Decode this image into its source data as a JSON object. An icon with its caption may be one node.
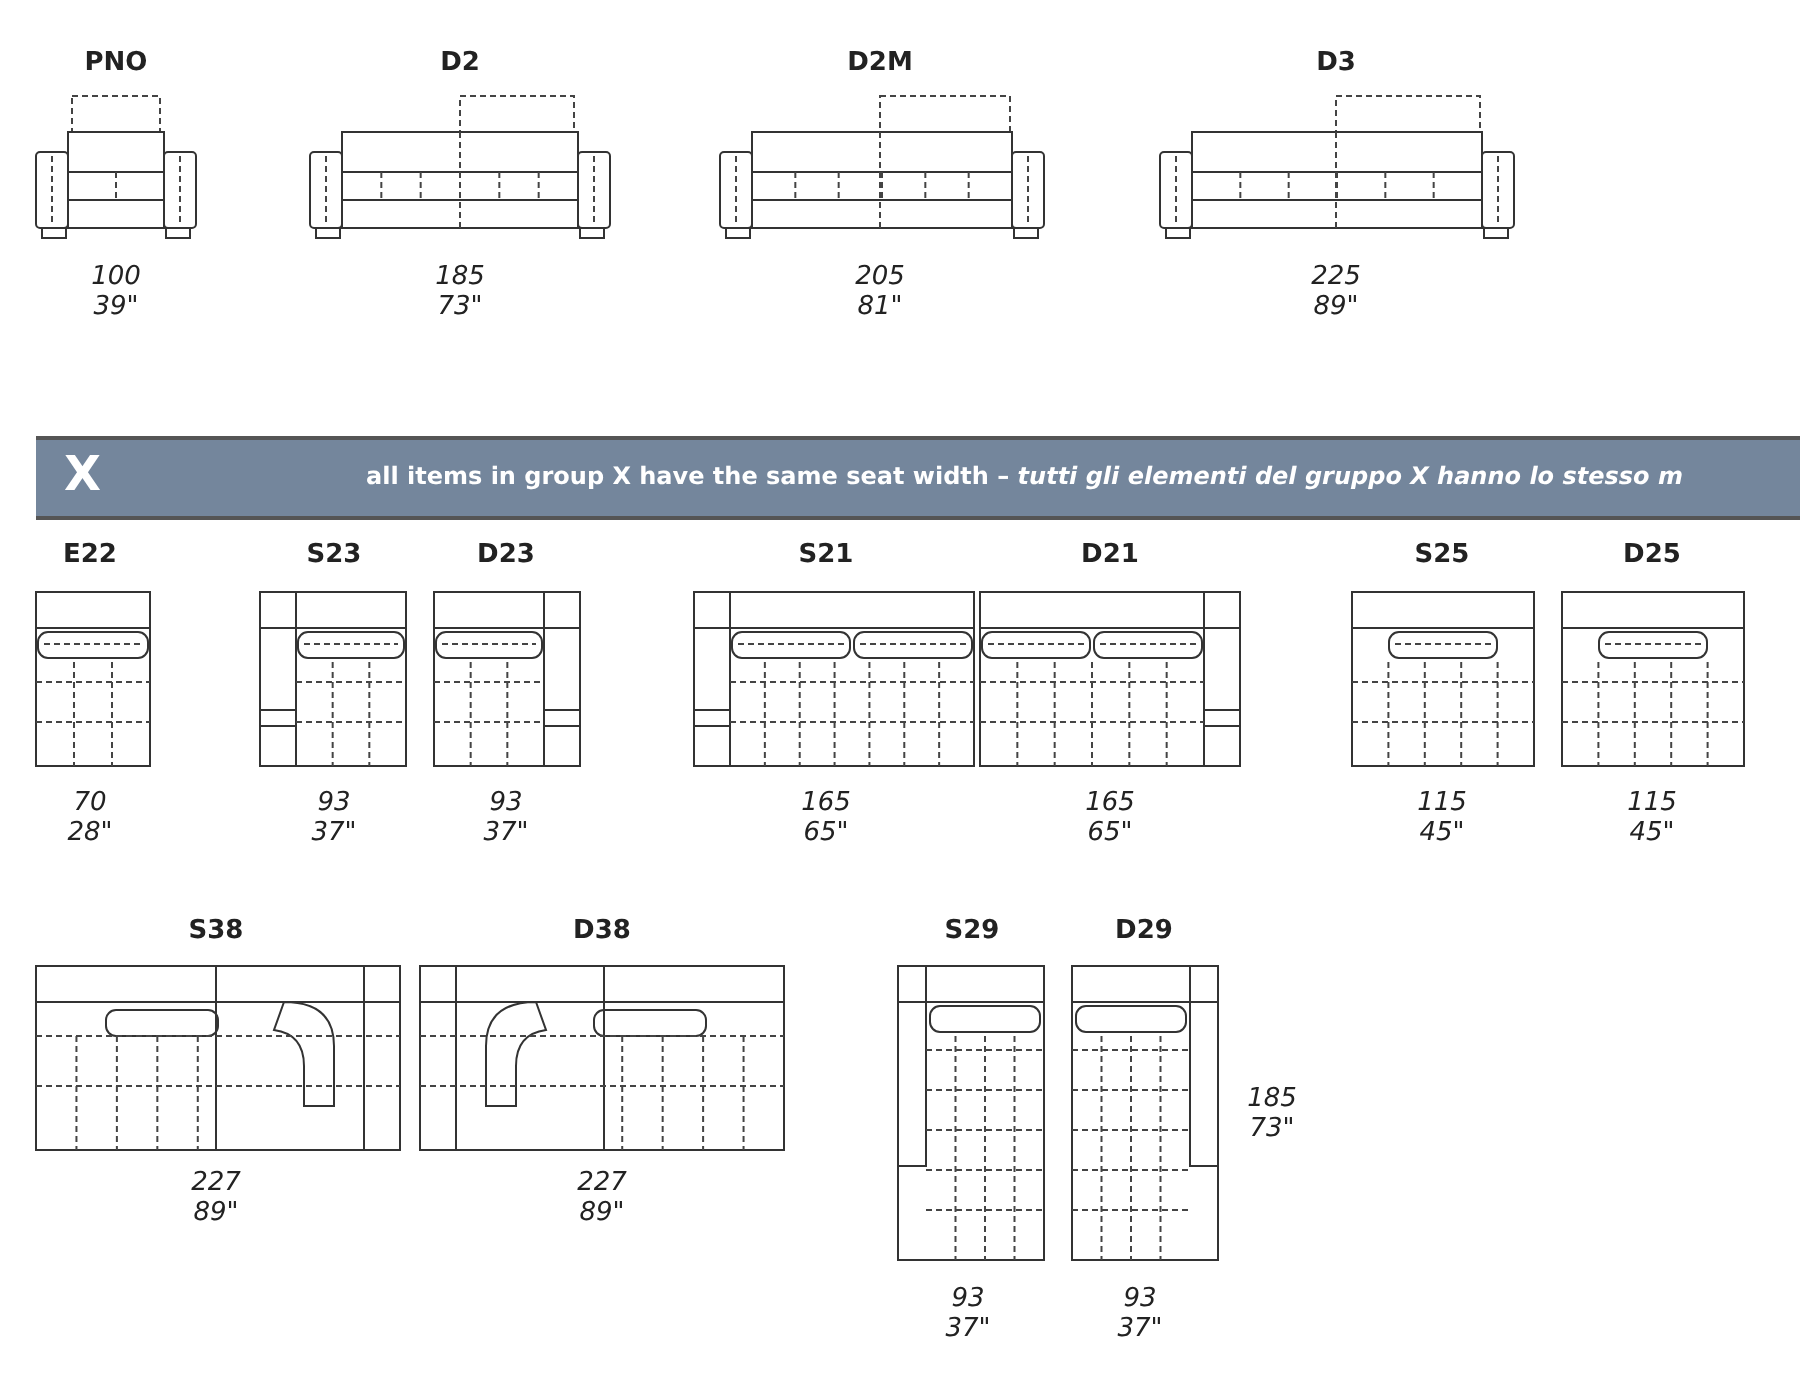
{
  "diagram": {
    "nodes": [
      {
        "text": [
          "X",
          "all items in group X have the same seat width  –  *tutti gli elementi del gruppo X hanno lo stesso m*"
        ]
      }
    ],
    "labels": [
      "PNO",
      "100",
      "39\"",
      "D2",
      "185",
      "73\"",
      "D2M",
      "205",
      "81\"",
      "D3",
      "225",
      "89\"",
      "E22",
      "70",
      "28\"",
      "S23",
      "93",
      "37\"",
      "D23",
      "93",
      "37\"",
      "S21",
      "165",
      "65\"",
      "D21",
      "165",
      "65\"",
      "S25",
      "115",
      "45\"",
      "D25",
      "115",
      "45\"",
      "S38",
      "227",
      "89\"",
      "D38",
      "227",
      "89\"",
      "S29",
      "D29",
      "185",
      "73\"",
      "93",
      "37\"",
      "93",
      "37\""
    ]
  }
}
